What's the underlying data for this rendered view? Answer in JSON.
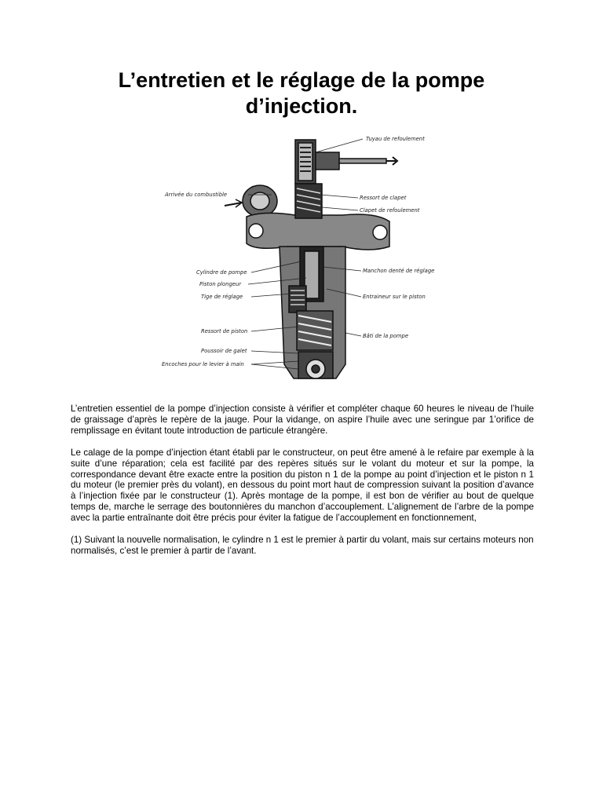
{
  "document": {
    "title_line1": "L’entretien et le réglage de la pompe",
    "title_line2": "d’injection.",
    "paragraphs": [
      "L’entretien essentiel de la pompe d’injection consiste à vérifier et compléter chaque 60 heures le niveau de l’huile de graissage d’après le repère de la jauge. Pour la vidange, on aspire l’huile avec une seringue par 1’orifice de remplissage en évitant toute introduction de particule étrangère.",
      "Le calage de la pompe d’injection étant établi par le constructeur, on peut être amené à le refaire par exemple à la suite d’une réparation; cela est facilité par des repères situés sur le volant du moteur et sur la pompe, la correspondance devant être exacte entre la position du piston n 1 de la pompe au point d’injection et le piston n 1 du moteur (le premier près du volant), en dessous du point mort haut de compression suivant la position d’avance à l’injection fixée par le constructeur (1). Après montage de la pompe, il est bon de vérifier au bout de quelque temps de, marche le serrage des boutonnières du manchon d’accouplement. L’alignement de l’arbre de la pompe avec la partie entraînante doit être précis pour éviter la fatigue de l’accouplement en fonctionnement,",
      "(1) Suivant la nouvelle normalisation, le cylindre n 1 est le premier à partir du volant, mais sur certains moteurs non normalisés, c’est le premier à partir de l’avant."
    ]
  },
  "figure": {
    "labels_left": [
      "Arrivée du combustible",
      "Cylindre de pompe",
      "Piston plongeur",
      "Tige de réglage",
      "Ressort de piston",
      "Poussoir de galet",
      "Encoches pour le levier à main"
    ],
    "labels_right": [
      "Tuyau de refoulement",
      "Ressort de clapet",
      "Clapet de refoulement",
      "Manchon denté de réglage",
      "Entraineur sur le piston",
      "Bâti de la pompe"
    ]
  }
}
